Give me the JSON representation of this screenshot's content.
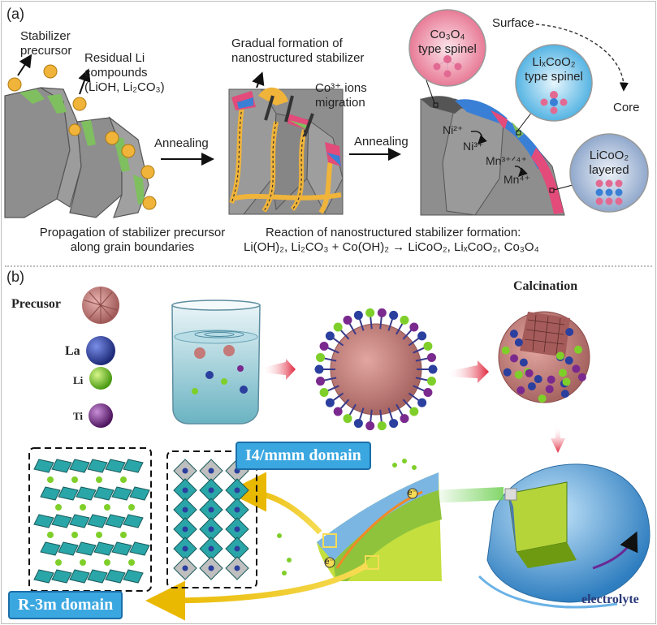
{
  "panel_a": {
    "label": "(a)",
    "stabilizer_precursor": [
      "Stabilizer",
      "precursor"
    ],
    "residual_li": [
      "Residual Li",
      "compounds",
      "(LiOH, Li₂CO₃)"
    ],
    "annealing_1": "Annealing",
    "annealing_2": "Annealing",
    "gradual_formation": [
      "Gradual formation of",
      "nanostructured stabilizer"
    ],
    "co_ions": [
      "Co³⁺ ions",
      "migration"
    ],
    "co3o4": [
      "Co₃O₄",
      "type spinel"
    ],
    "surface": "Surface",
    "core": "Core",
    "lixcoo2": [
      "LiₓCoO₂",
      "type spinel"
    ],
    "licoo2": [
      "LiCoO₂",
      "layered"
    ],
    "ni_ions": [
      "Ni²⁺",
      "Ni³⁺"
    ],
    "mn_ions": [
      "Mn³⁺ᐟ⁴⁺",
      "Mn⁴⁺"
    ],
    "propagation": [
      "Propagation of stabilizer precursor",
      "along grain boundaries"
    ],
    "reaction": [
      "Reaction of nanostructured stabilizer formation:",
      "Li(OH)₂, Li₂CO₃ + Co(OH)₂ → LiCoO₂, LiₓCoO₂, Co₃O₄"
    ]
  },
  "panel_b": {
    "label": "(b)",
    "legend": [
      "Precusor",
      "La",
      "Li",
      "Ti"
    ],
    "calcination": "Calcination",
    "i4mmm": "I4/mmm domain",
    "r3m": "R-3m domain",
    "electrolyte": "electrolyte",
    "electron": "e⁻"
  },
  "colors": {
    "grain": "#8a8a8a",
    "residual": "#7fbf5f",
    "precursor_particle": "#f0b43a",
    "la": "#2a3f9e",
    "li": "#7fcf2a",
    "ti": "#7a2a8e",
    "precusor": "#c47a78",
    "badge": "#3ba7e0"
  }
}
